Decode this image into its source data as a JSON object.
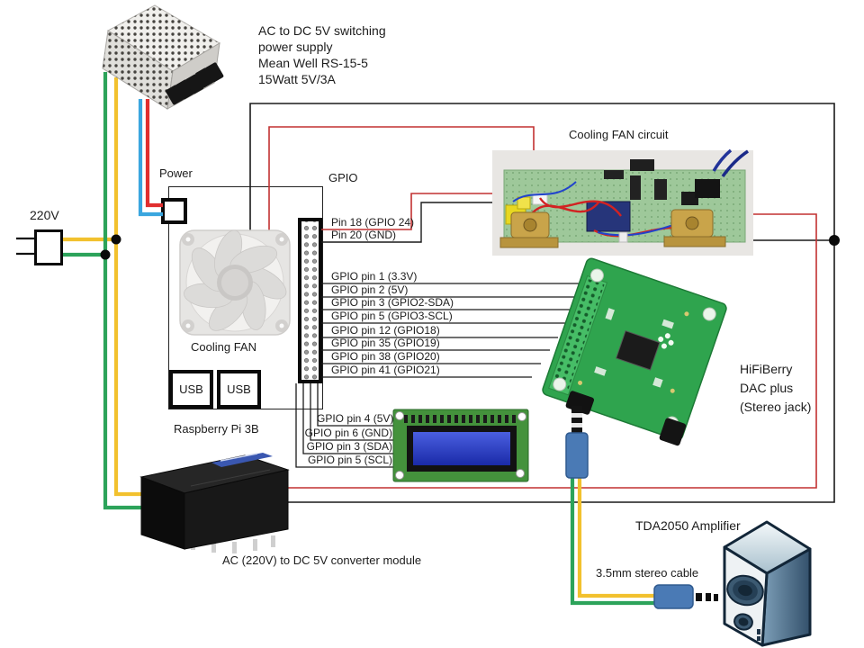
{
  "diagram": {
    "psu_caption": [
      "AC to DC 5V switching",
      "power supply",
      "Mean Well RS-15-5",
      "15Watt 5V/3A"
    ],
    "mains_label": "220V",
    "power_label": "Power",
    "gpio_label": "GPIO",
    "fan_circuit_label": "Cooling FAN circuit",
    "fan_label": "Cooling FAN",
    "usb_label_1": "USB",
    "usb_label_2": "USB",
    "board_label": "Raspberry Pi 3B",
    "pin_labels_top": [
      "Pin 18 (GPIO 24)",
      "Pin 20 (GND)"
    ],
    "gpio_to_dac_pins": [
      "GPIO pin 1 (3.3V)",
      "GPIO pin 2 (5V)",
      "GPIO pin 3 (GPIO2-SDA)",
      "GPIO pin 5 (GPIO3-SCL)",
      "GPIO pin 12 (GPIO18)",
      "GPIO pin 35 (GPIO19)",
      "GPIO pin 38 (GPIO20)",
      "GPIO pin 41 (GPIO21)"
    ],
    "gpio_to_lcd_pins": [
      "GPIO pin 4 (5V)",
      "GPIO pin 6 (GND)",
      "GPIO pin 3 (SDA)",
      "GPIO pin 5 (SCL)"
    ],
    "dac_caption": [
      "HiFiBerry",
      "DAC plus",
      "(Stereo jack)"
    ],
    "amp_label": "TDA2050 Amplifier",
    "cable_label": "3.5mm stereo cable",
    "converter_caption": "AC (220V) to DC 5V converter module",
    "wire_colors": {
      "mains_green": "#2ca35a",
      "mains_yellow": "#f2c12e",
      "dc_blue": "#3aa6df",
      "dc_red": "#e12f2f",
      "signal_red": "#c23131",
      "signal_black": "#1a1a1a"
    }
  }
}
